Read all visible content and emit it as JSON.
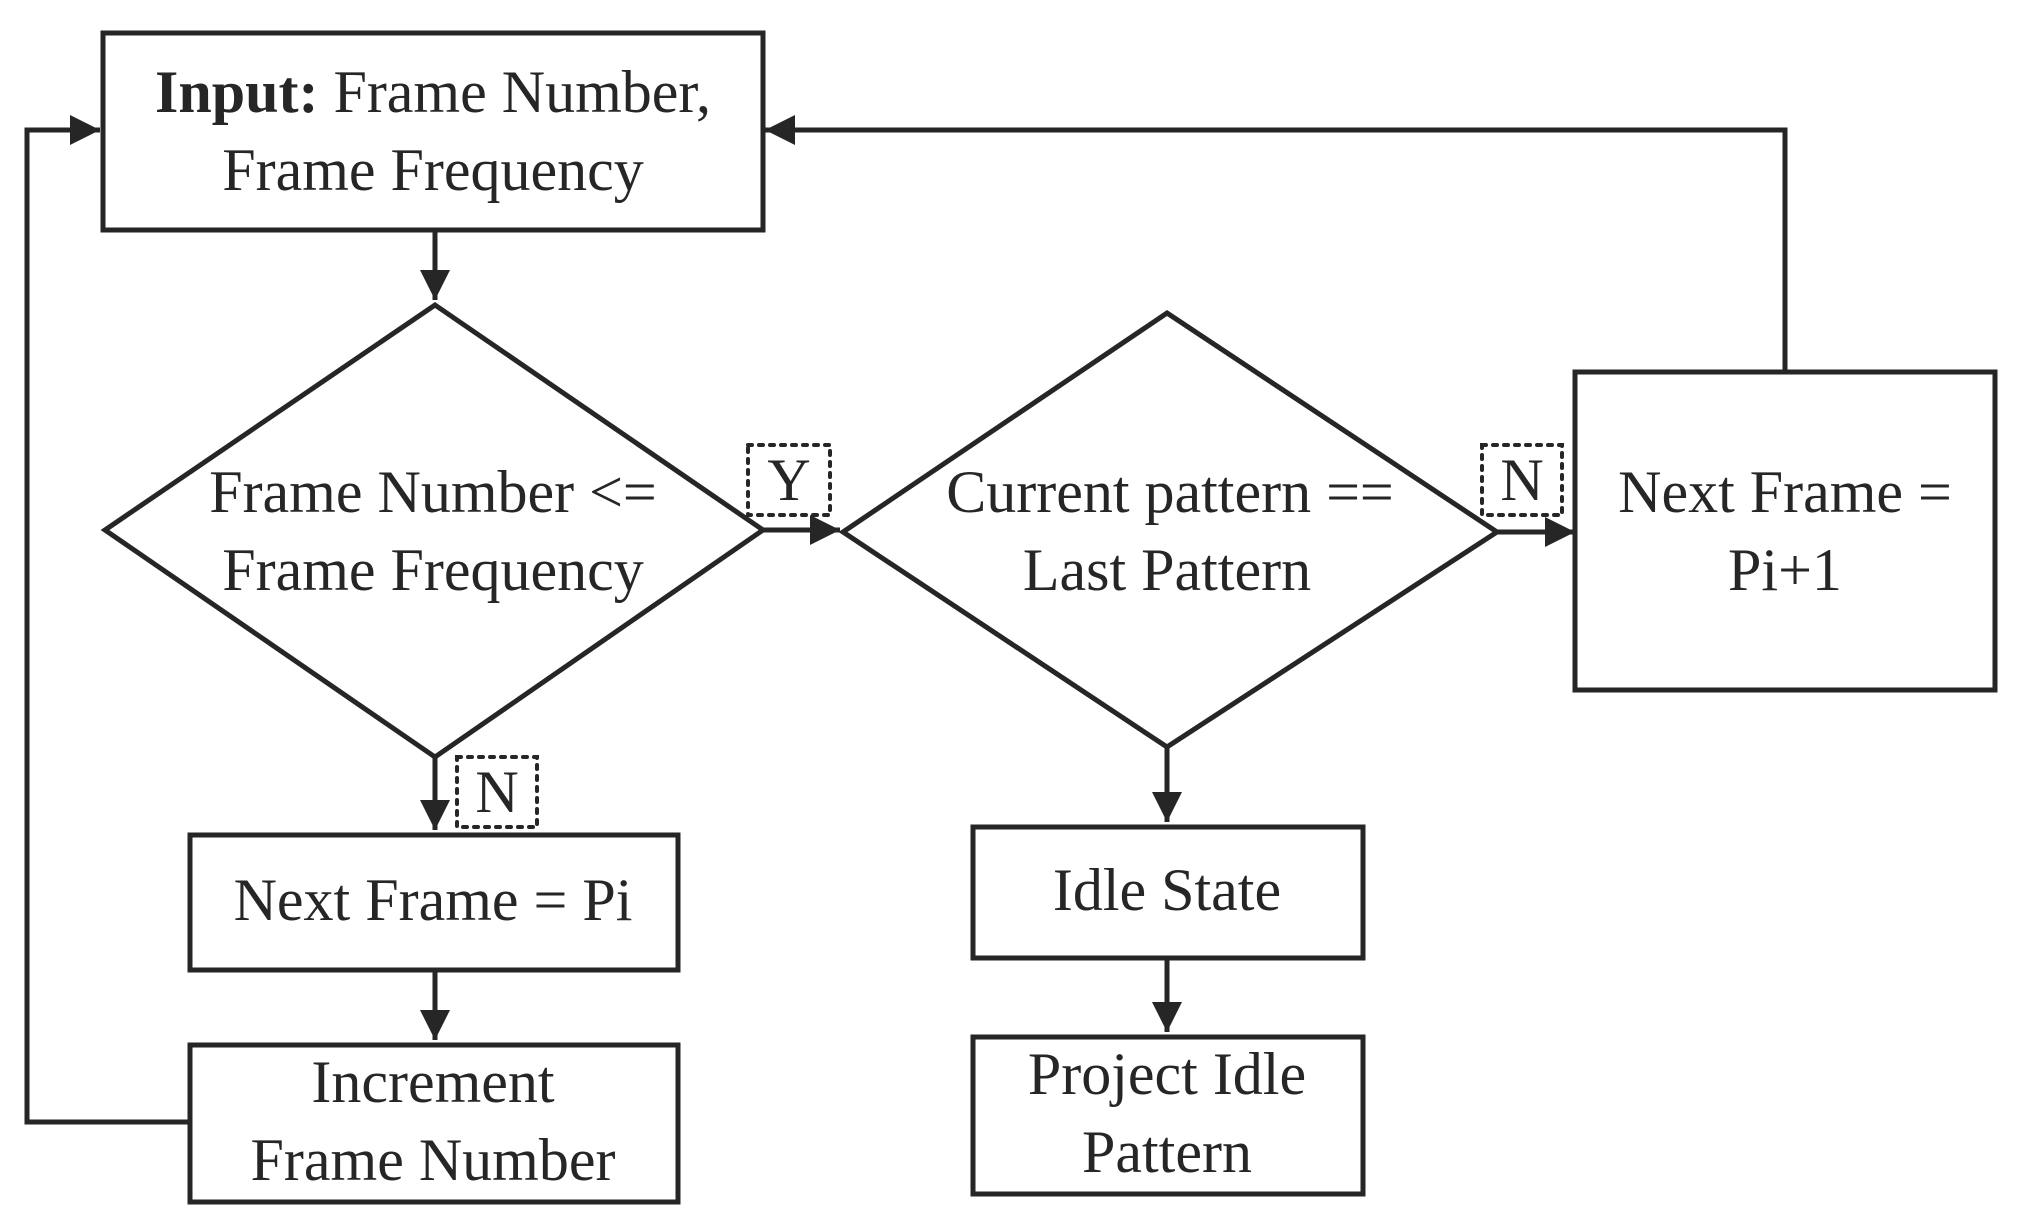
{
  "nodes": {
    "input": {
      "bold_prefix": "Input:",
      "line1_rest": " Frame Number,",
      "line2": "Frame Frequency"
    },
    "decision_frame": {
      "line1": "Frame Number <=",
      "line2": "Frame Frequency"
    },
    "decision_pattern": {
      "line1": "Current pattern ==",
      "line2": "Last Pattern"
    },
    "next_frame_inc": {
      "line1": "Next Frame =",
      "line2": "Pi+1"
    },
    "next_frame_pi": {
      "line1": "Next Frame = Pi"
    },
    "increment": {
      "line1": "Increment",
      "line2": "Frame Number"
    },
    "idle_state": {
      "line1": "Idle State"
    },
    "project_idle": {
      "line1": "Project Idle",
      "line2": "Pattern"
    }
  },
  "branch_labels": {
    "frame_yes": "Y",
    "frame_no": "N",
    "pattern_no": "N"
  },
  "colors": {
    "stroke": "#262626",
    "background": "#ffffff"
  }
}
